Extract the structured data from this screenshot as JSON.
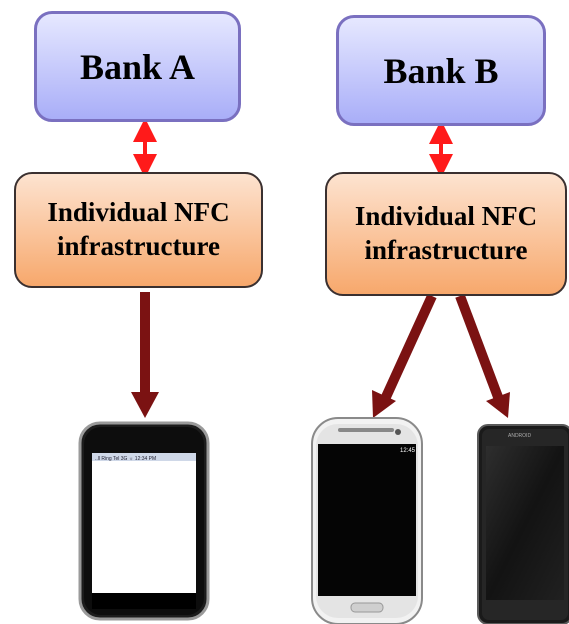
{
  "bank_a": {
    "label": "Bank A"
  },
  "bank_b": {
    "label": "Bank B"
  },
  "nfc_a": {
    "line1": "Individual NFC",
    "line2": "infrastructure"
  },
  "nfc_b": {
    "line1": "Individual NFC",
    "line2": "infrastructure"
  },
  "phone_a": {
    "status_bar": "..ll Ring Tel 3G ☼ 12:34 PM"
  },
  "phone_b1": {
    "status_bar": "12:45"
  },
  "phone_b2": {
    "brand": "ANDROID"
  },
  "colors": {
    "bank_fill": "#a9aef8",
    "bank_border": "#7a70c0",
    "nfc_fill": "#f7a86c",
    "double_arrow": "#ff1a1a",
    "thick_arrow": "#7b1212"
  }
}
